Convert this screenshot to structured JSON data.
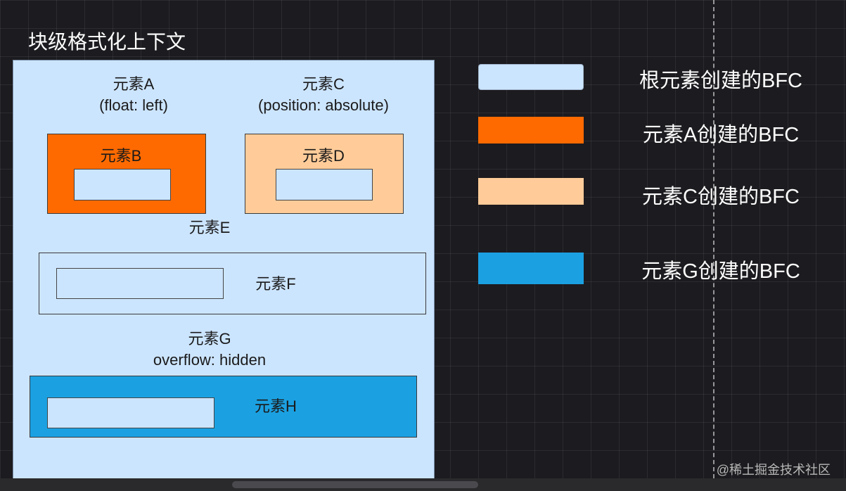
{
  "title": "块级格式化上下文",
  "elements": {
    "a_name": "元素A",
    "a_style": "(float: left)",
    "b_name": "元素B",
    "c_name": "元素C",
    "c_style": "(position: absolute)",
    "d_name": "元素D",
    "e_name": "元素E",
    "f_name": "元素F",
    "g_name": "元素G",
    "g_style": "overflow: hidden",
    "h_name": "元素H"
  },
  "legend": [
    {
      "label": "根元素创建的BFC",
      "color": "#cce5ff"
    },
    {
      "label": "元素A创建的BFC",
      "color": "#ff6a00"
    },
    {
      "label": "元素C创建的BFC",
      "color": "#ffcc99"
    },
    {
      "label": "元素G创建的BFC",
      "color": "#1ba1e2"
    }
  ],
  "watermark": "@稀土掘金技术社区"
}
